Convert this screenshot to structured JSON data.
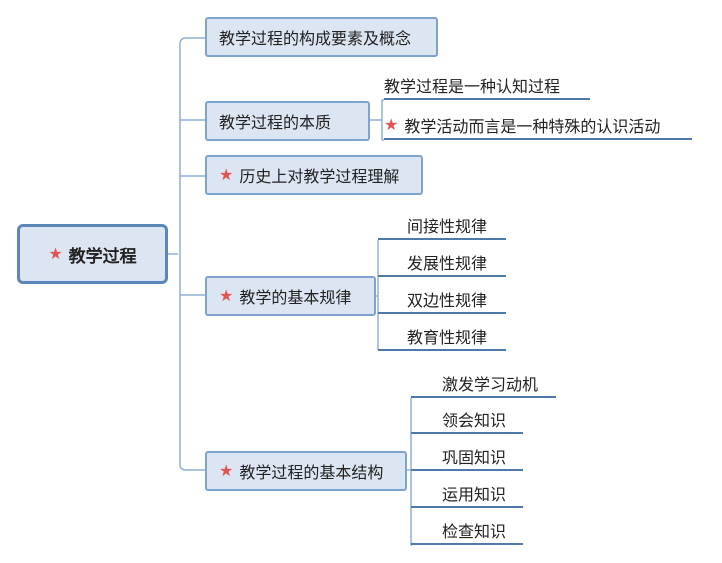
{
  "root": {
    "label": "教学过程",
    "icon": "star-icon"
  },
  "branches": [
    {
      "label": "教学过程的构成要素及概念"
    },
    {
      "label": "教学过程的本质",
      "children": [
        {
          "label": "教学过程是一种认知过程"
        },
        {
          "label": "教学活动而言是一种特殊的认识活动",
          "icon": "star-icon"
        }
      ]
    },
    {
      "label": "历史上对教学过程理解",
      "icon": "star-icon"
    },
    {
      "label": "教学的基本规律",
      "icon": "star-icon",
      "children": [
        {
          "label": "间接性规律"
        },
        {
          "label": "发展性规律"
        },
        {
          "label": "双边性规律"
        },
        {
          "label": "教育性规律"
        }
      ]
    },
    {
      "label": "教学过程的基本结构",
      "icon": "star-icon",
      "children": [
        {
          "label": "激发学习动机"
        },
        {
          "label": "领会知识"
        },
        {
          "label": "巩固知识"
        },
        {
          "label": "运用知识"
        },
        {
          "label": "检查知识"
        }
      ]
    }
  ],
  "colors": {
    "node_fill": "#dce6f2",
    "node_border": "#7fa3cc",
    "line": "#4f79a8",
    "star": "#e05553"
  }
}
